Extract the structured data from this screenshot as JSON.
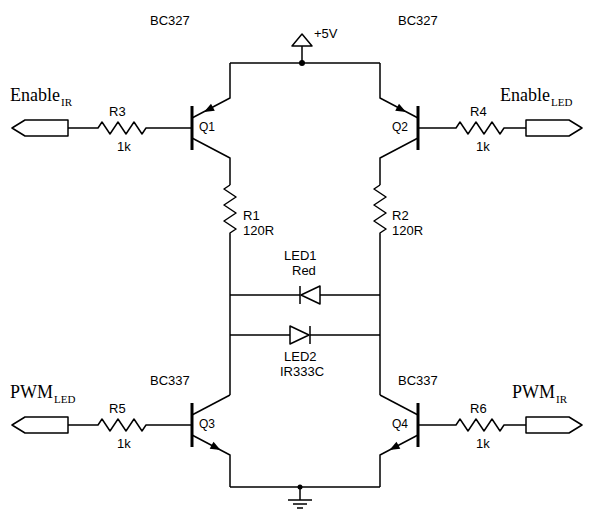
{
  "diagram": {
    "labels": [
      "+5V",
      "BC327",
      "Q1",
      "R3",
      "1k",
      "Enable",
      "IR",
      "BC327",
      "Q2",
      "R4",
      "1k",
      "Enable",
      "LED",
      "R1",
      "120R",
      "R2",
      "120R",
      "LED1",
      "Red",
      "LED2",
      "IR333C",
      "BC337",
      "Q3",
      "R5",
      "1k",
      "PWM",
      "LED",
      "BC337",
      "Q4",
      "R6",
      "1k",
      "PWM",
      "IR"
    ]
  }
}
